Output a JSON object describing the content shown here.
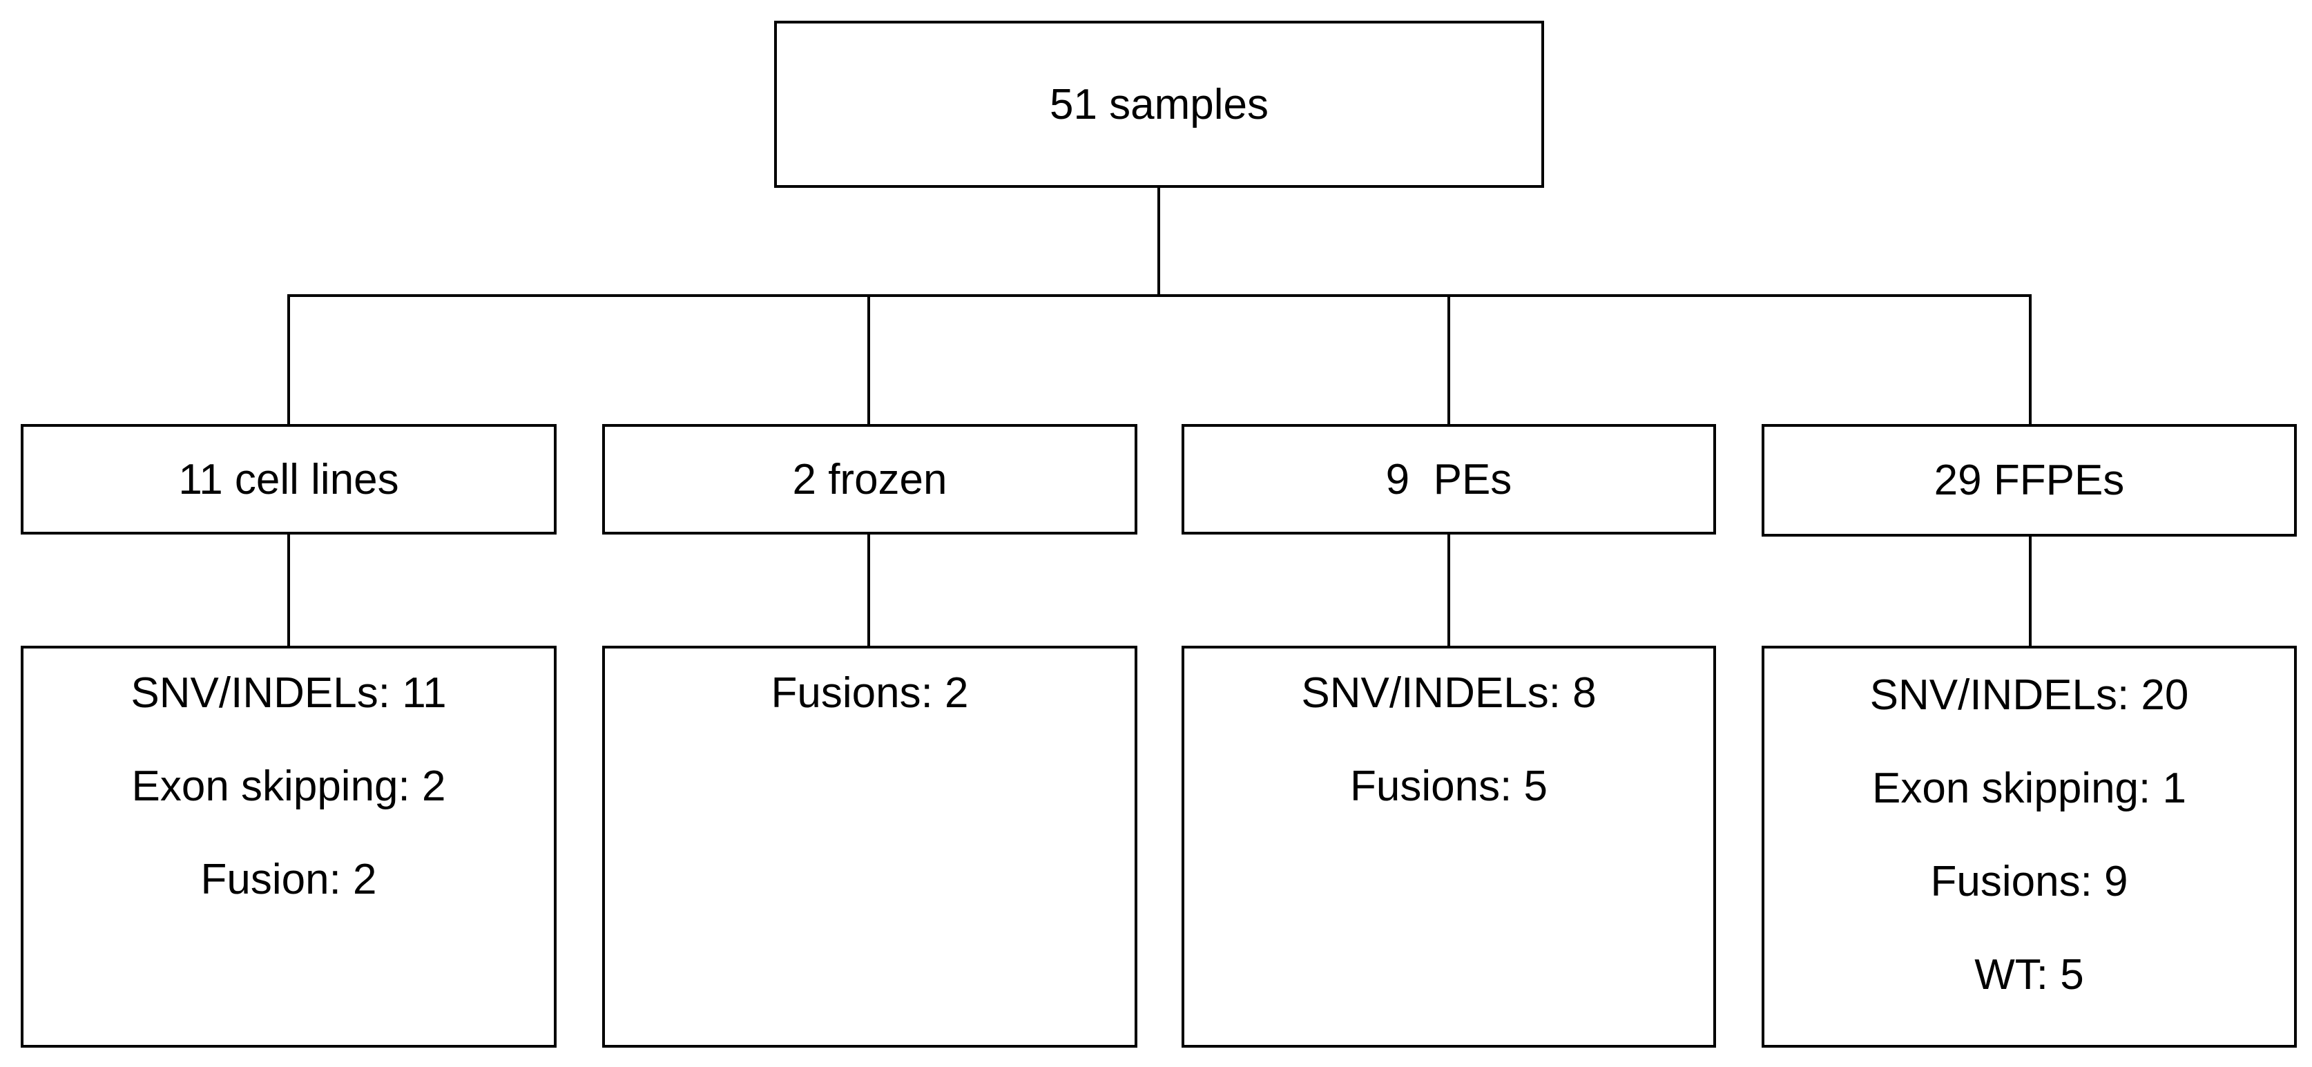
{
  "root": {
    "label": "51 samples"
  },
  "categories": [
    {
      "label": "11 cell lines",
      "details": [
        "SNV/INDELs: 11",
        "Exon skipping: 2",
        "Fusion: 2"
      ]
    },
    {
      "label": "2 frozen",
      "details": [
        "Fusions: 2"
      ]
    },
    {
      "label": "9  PEs",
      "details": [
        "SNV/INDELs: 8",
        "Fusions: 5"
      ]
    },
    {
      "label": "29 FFPEs",
      "details": [
        "SNV/INDELs: 20",
        "Exon skipping: 1",
        "Fusions: 9",
        "WT: 5"
      ]
    }
  ]
}
